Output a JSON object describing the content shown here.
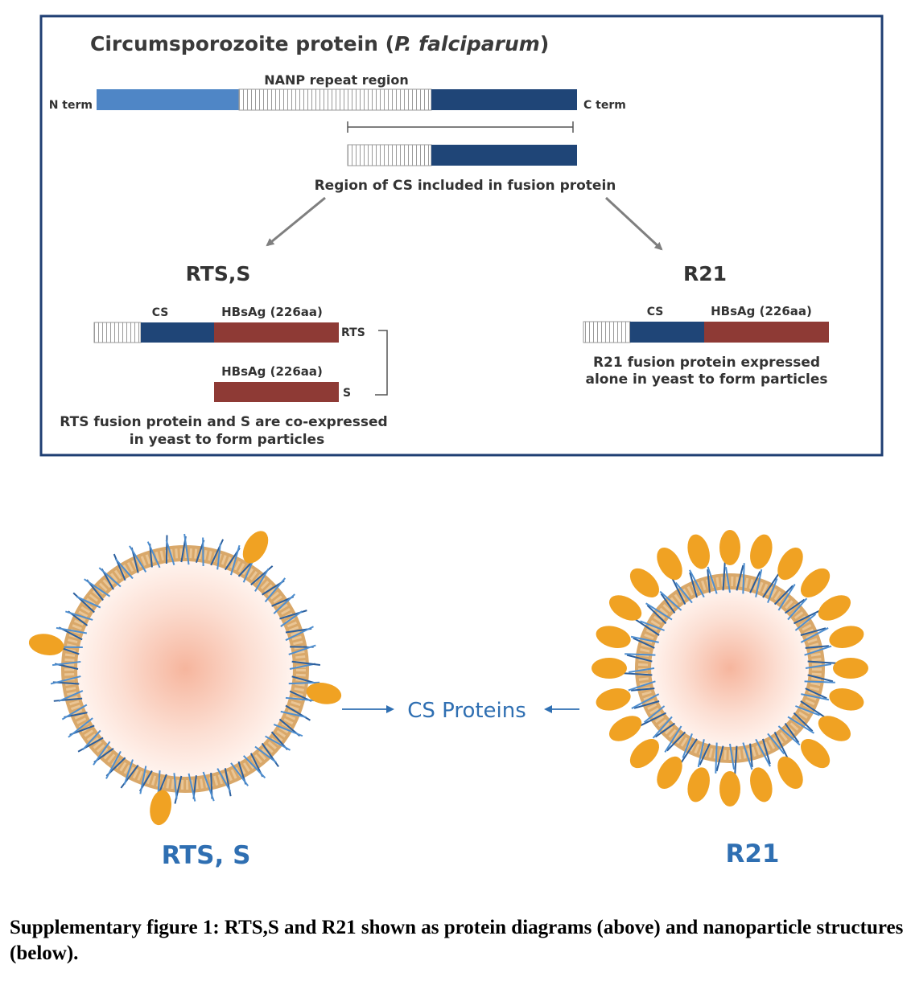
{
  "diagram": {
    "title": "Circumsporozoite protein (",
    "title_italic": "P. falciparum",
    "title_close": ")",
    "nanp_label": "NANP repeat region",
    "n_term": "N term",
    "c_term": "C term",
    "region_label": "Region of CS included in fusion protein",
    "rtss": {
      "heading": "RTS,S",
      "cs_label": "CS",
      "hbsag_label": "HBsAg (226aa)",
      "rts_tag": "RTS",
      "s_hbsag_label": "HBsAg (226aa)",
      "s_tag": "S",
      "note_line1": "RTS fusion protein and S are co-expressed",
      "note_line2": "in yeast to form particles"
    },
    "r21": {
      "heading": "R21",
      "cs_label": "CS",
      "hbsag_label": "HBsAg (226aa)",
      "note_line1": "R21 fusion protein expressed",
      "note_line2": "alone in yeast to form particles"
    }
  },
  "nanoparticles": {
    "center_label": "CS Proteins",
    "left_label": "RTS, S",
    "right_label": "R21"
  },
  "caption": "Supplementary figure 1: RTS,S and R21 shown as protein diagrams (above) and nanoparticle structures (below).",
  "colors": {
    "light_blue": "#4f86c6",
    "dark_blue": "#1f4577",
    "dark_red": "#8e3a35",
    "frame": "#1f3f73",
    "orange": "#f0a223",
    "label_blue": "#2f6fb2"
  }
}
